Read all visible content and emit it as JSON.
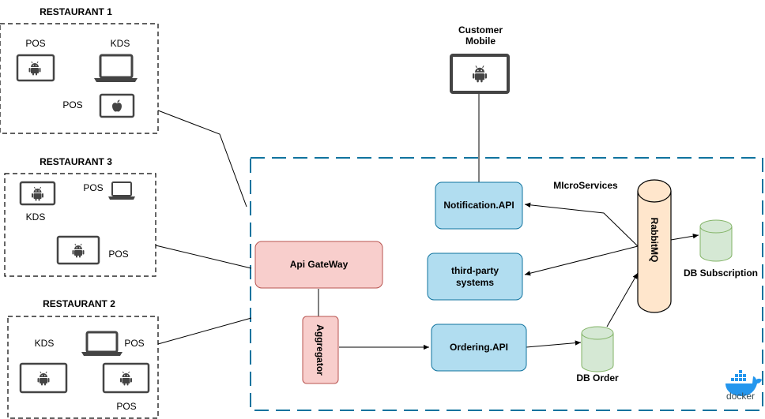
{
  "restaurants": [
    {
      "title": "RESTAURANT 1",
      "labels": [
        "POS",
        "KDS",
        "POS"
      ]
    },
    {
      "title": "RESTAURANT 3",
      "labels": [
        "POS",
        "KDS",
        "POS"
      ]
    },
    {
      "title": "RESTAURANT 2",
      "labels": [
        "KDS",
        "POS",
        "POS"
      ]
    }
  ],
  "customer": {
    "line1": "Customer",
    "line2": "Mobile"
  },
  "microservices_label": "MIcroServices",
  "nodes": {
    "api_gateway": "Api GateWay",
    "aggregator": "Aggregator",
    "notification": "Notification.API",
    "third_party_1": "third-party",
    "third_party_2": "systems",
    "ordering": "Ordering.API",
    "rabbitmq": "RabbitMQ",
    "db_order": "DB Order",
    "db_subscription": "DB Subscription"
  },
  "docker_label": "docker",
  "colors": {
    "gateway_fill": "#f8cecc",
    "gateway_stroke": "#b85450",
    "service_fill": "#b1ddf0",
    "service_stroke": "#10739e",
    "db_fill": "#d5e8d4",
    "db_stroke": "#82b366",
    "queue_fill": "#ffe6cc",
    "microservice_border": "#10739e",
    "docker_blue": "#2496ed"
  },
  "icons": [
    "android-icon",
    "apple-icon",
    "laptop-icon",
    "tablet-icon",
    "docker-icon"
  ]
}
